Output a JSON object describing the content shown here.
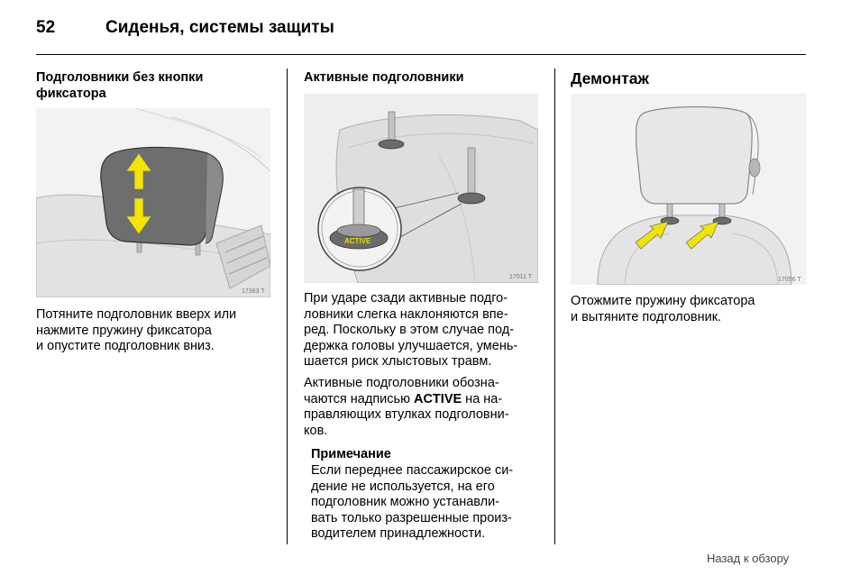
{
  "header": {
    "page_number": "52",
    "title": "Сиденья, системы защиты"
  },
  "col1": {
    "heading_line1": "Подголовники без кнопки",
    "heading_line2": "фиксатора",
    "figure_code": "17383 T",
    "text_lines": [
      "Потяните подголовник вверх или",
      "нажмите пружину фиксатора",
      "и опустите подголовник вниз."
    ]
  },
  "col2": {
    "heading": "Активные подголовники",
    "figure_code": "17011 T",
    "figure_label": "ACTIVE",
    "para1_lines": [
      "При ударе сзади активные подго-",
      "ловники слегка наклоняются впе-",
      "ред. Поскольку в этом случае под-",
      "держка головы улучшается, умень-",
      "шается риск хлыстовых травм."
    ],
    "para2_line1": "Активные подголовники обозна-",
    "para2_line2_pre": "чаются надписью ",
    "para2_line2_word": "ACTIVE",
    "para2_line2_post": " на на-",
    "para2_line3": "правляющих втулках подголовни-",
    "para2_line4": "ков.",
    "note_title": "Примечание",
    "note_lines": [
      "Если переднее пассажирское си-",
      "дение не используется, на его",
      "подголовник можно устанавли-",
      "вать только разрешенные произ-",
      "водителем принадлежности."
    ]
  },
  "col3": {
    "heading": "Демонтаж",
    "figure_code": "17056 T",
    "text_lines": [
      "Отожмите пружину фиксатора",
      "и вытяните подголовник."
    ]
  },
  "footer": {
    "nav_link": "Назад к обзору"
  },
  "colors": {
    "arrow_yellow": "#f2e600",
    "headrest_dark": "#6e6e6e",
    "figure_bg": "#eeeeee"
  }
}
